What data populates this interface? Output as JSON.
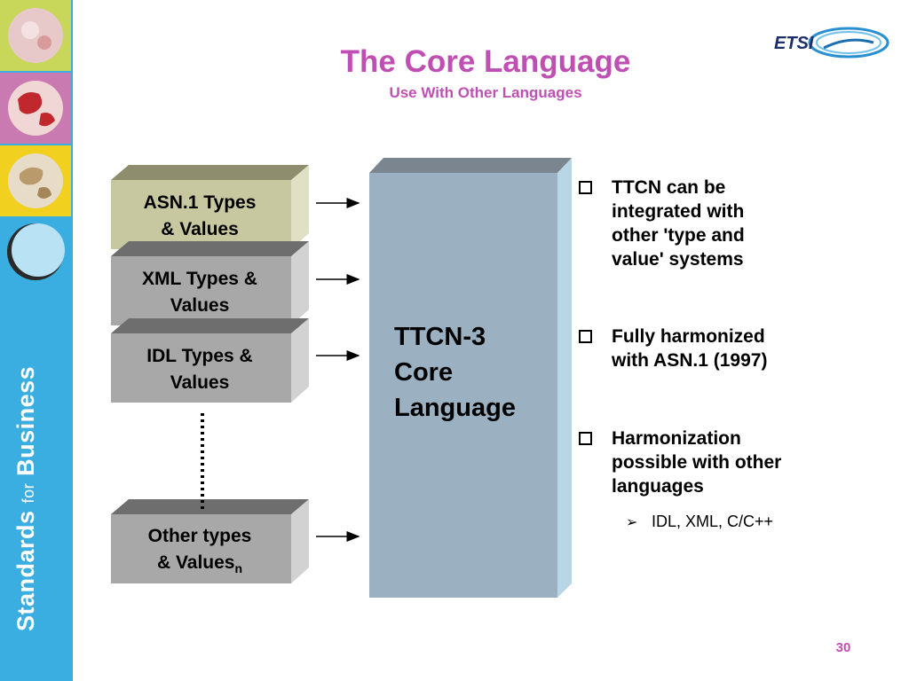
{
  "sidebar": {
    "brand_main": "Standards",
    "brand_small": "for",
    "brand_end": "Business",
    "tile_colors": [
      "#c8d65a",
      "#c97ab0",
      "#f2d020",
      "#3aaee0"
    ]
  },
  "logo": {
    "text": "ETSI"
  },
  "slide": {
    "title": "The Core Language",
    "subtitle": "Use With Other Languages",
    "page_number": "30"
  },
  "diagram": {
    "boxes": [
      {
        "line1": "ASN.1 Types",
        "line2": "& Values",
        "color": "#c8c8a0"
      },
      {
        "line1": "XML Types &",
        "line2": "Values",
        "color": "#a8a8a8"
      },
      {
        "line1": "IDL Types &",
        "line2": "Values",
        "color": "#a8a8a8"
      },
      {
        "line1": "Other types",
        "line2": "& Values",
        "subscript": "n",
        "color": "#a8a8a8"
      }
    ],
    "core": {
      "line1": "TTCN-3",
      "line2": "Core",
      "line3": "Language",
      "color": "#9bb1c2"
    }
  },
  "bullets": [
    {
      "lines": [
        "TTCN can be",
        "integrated with",
        "other 'type and",
        "value' systems"
      ]
    },
    {
      "lines": [
        "Fully harmonized",
        "with ASN.1 (1997)"
      ]
    },
    {
      "lines": [
        "Harmonization",
        "possible with other",
        "languages"
      ]
    }
  ],
  "sub_bullet": {
    "text": "IDL, XML, C/C++"
  }
}
